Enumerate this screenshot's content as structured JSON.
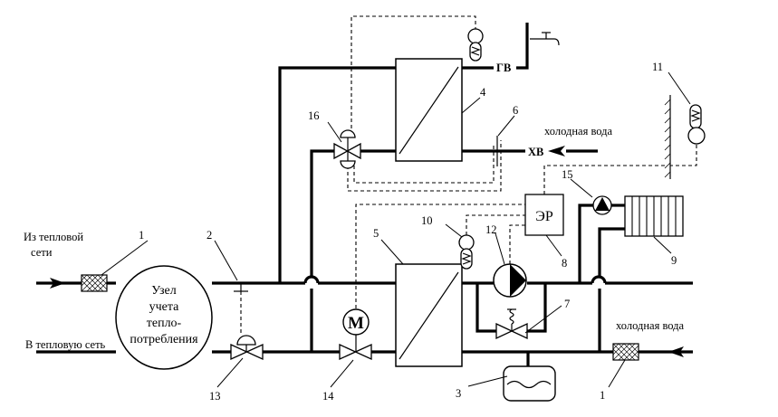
{
  "labels": {
    "from_network": [
      "Из тепловой",
      "сети"
    ],
    "to_network": "В тепловую сеть",
    "meter_unit": [
      "Узел",
      "учета",
      "тепло-",
      "потребления"
    ],
    "hot_water": "ГВ",
    "cold_water_hv": "ХВ",
    "cold_water_top": "холодная вода",
    "cold_water_bottom": "холодная вода",
    "regulator": "ЭР",
    "motor": "М"
  },
  "numbers": {
    "n1_left": "1",
    "n1_right": "1",
    "n2": "2",
    "n3": "3",
    "n4": "4",
    "n5": "5",
    "n6": "6",
    "n7": "7",
    "n8": "8",
    "n9": "9",
    "n10": "10",
    "n11": "11",
    "n12": "12",
    "n13": "13",
    "n14": "14",
    "n15": "15",
    "n16": "16"
  }
}
